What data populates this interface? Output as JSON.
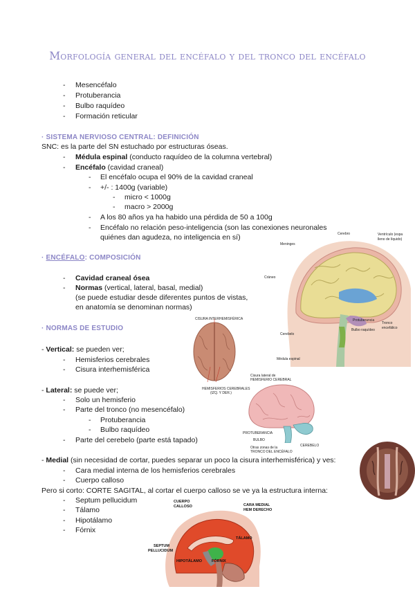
{
  "title": "Morfología general del encéfalo y del tronco del encéfalo",
  "intro_list": [
    "Mesencéfalo",
    "Protuberancia",
    "Bulbo raquídeo",
    "Formación reticular"
  ],
  "snc": {
    "heading": "· SISTEMA NERVIOSO CENTRAL: DEFINICIÓN",
    "definition": "SNC: es la parte del SN estuchado por estructuras óseas.",
    "medula_bold": "Médula espinal",
    "medula_rest": " (conducto raquídeo de la columna vertebral)",
    "encefalo_bold": "Encéfalo",
    "encefalo_rest": " (cavidad craneal)",
    "sub1": "El encéfalo ocupa el 90% de la cavidad craneal",
    "sub2": "+/- : 1400g (variable)",
    "micro": "micro < 1000g",
    "macro": "macro > 2000g",
    "sub3": "A los 80 años ya ha habido una pérdida de 50 a 100g",
    "sub4a": "Encéfalo no relación peso-inteligencia (son las conexiones neuronales",
    "sub4b": "quiénes dan agudeza, no inteligencia en sí)"
  },
  "composicion": {
    "heading_pre": "· ",
    "heading_link": "ENCÉFALO",
    "heading_post": ": COMPOSICIÓN",
    "item1": "Cavidad craneal ósea",
    "item2_bold": "Normas",
    "item2_rest": " (vertical, lateral, basal, medial)",
    "item2_line2": "(se puede estudiar desde diferentes puntos de vistas,",
    "item2_line3": "en anatomía se denominan normas)"
  },
  "normas": {
    "heading": "· NORMAS DE ESTUDIO",
    "vertical_bold": "Vertical:",
    "vertical_rest": " se pueden ver;",
    "vertical_items": [
      "Hemisferios cerebrales",
      "Cisura interhemisférica"
    ],
    "lateral_bold": "Lateral:",
    "lateral_rest": " se puede ver;",
    "lateral_items": [
      "Solo un hemisferio",
      "Parte del tronco (no mesencéfalo)"
    ],
    "lateral_sub": [
      "Protuberancia",
      "Bulbo raquídeo"
    ],
    "lateral_last": "Parte del cerebelo (parte está tapado)",
    "medial_bold": "Medial",
    "medial_rest": " (sin necesidad de cortar, puedes separar un poco la cisura interhemisférica) y ves:",
    "medial_items": [
      "Cara medial interna de los hemisferios cerebrales",
      "Cuerpo calloso"
    ],
    "corte": "Pero si corto: CORTE SAGITAL, al cortar el cuerpo calloso se ve ya la estructura interna:",
    "corte_items": [
      "Septum pellucidum",
      "Tálamo",
      "Hipotálamo",
      "Fórnix"
    ]
  },
  "fig_head": {
    "labels": [
      "Cerebro",
      "Ventrículo (espa",
      "lleno de líquido)",
      "Meninges",
      "Cráneo",
      "Protuberancia",
      "Tronco",
      "encefálico",
      "Bulbo raquídeo",
      "Cerebelo",
      "Médula espinal"
    ]
  },
  "fig_vertical": {
    "top_label": "CISURA INTERHEMISFÉRICA",
    "bottom_label1": "HEMISFERIOS CEREBRALES",
    "bottom_label2": "(IZQ. Y DER.)"
  },
  "fig_lateral": {
    "label1": "Cisura lateral de",
    "label2": "HEMISFERIO CEREBRAL",
    "label_prot": "PROTUBERANCIA",
    "label_bulbo": "BULBO",
    "label_tronco1": "Otras zonas de la",
    "label_tronco2": "TRONCO DEL ENCÉFALO",
    "label_cerebelo": "CEREBELO"
  },
  "fig_sagittal": {
    "cuerpo1": "CUERPO",
    "cuerpo2": "CALLOSO",
    "cara1": "CARA MEDIAL",
    "cara2": "HEM DERECHO",
    "talamo": "TÁLAMO",
    "septum1": "SEPTUM",
    "septum2": "PELLUCIDUM",
    "hipotalamo": "HIPOTÁLAMO",
    "fornix": "FÓRNIX"
  },
  "colors": {
    "accent": "#8c86c6"
  }
}
